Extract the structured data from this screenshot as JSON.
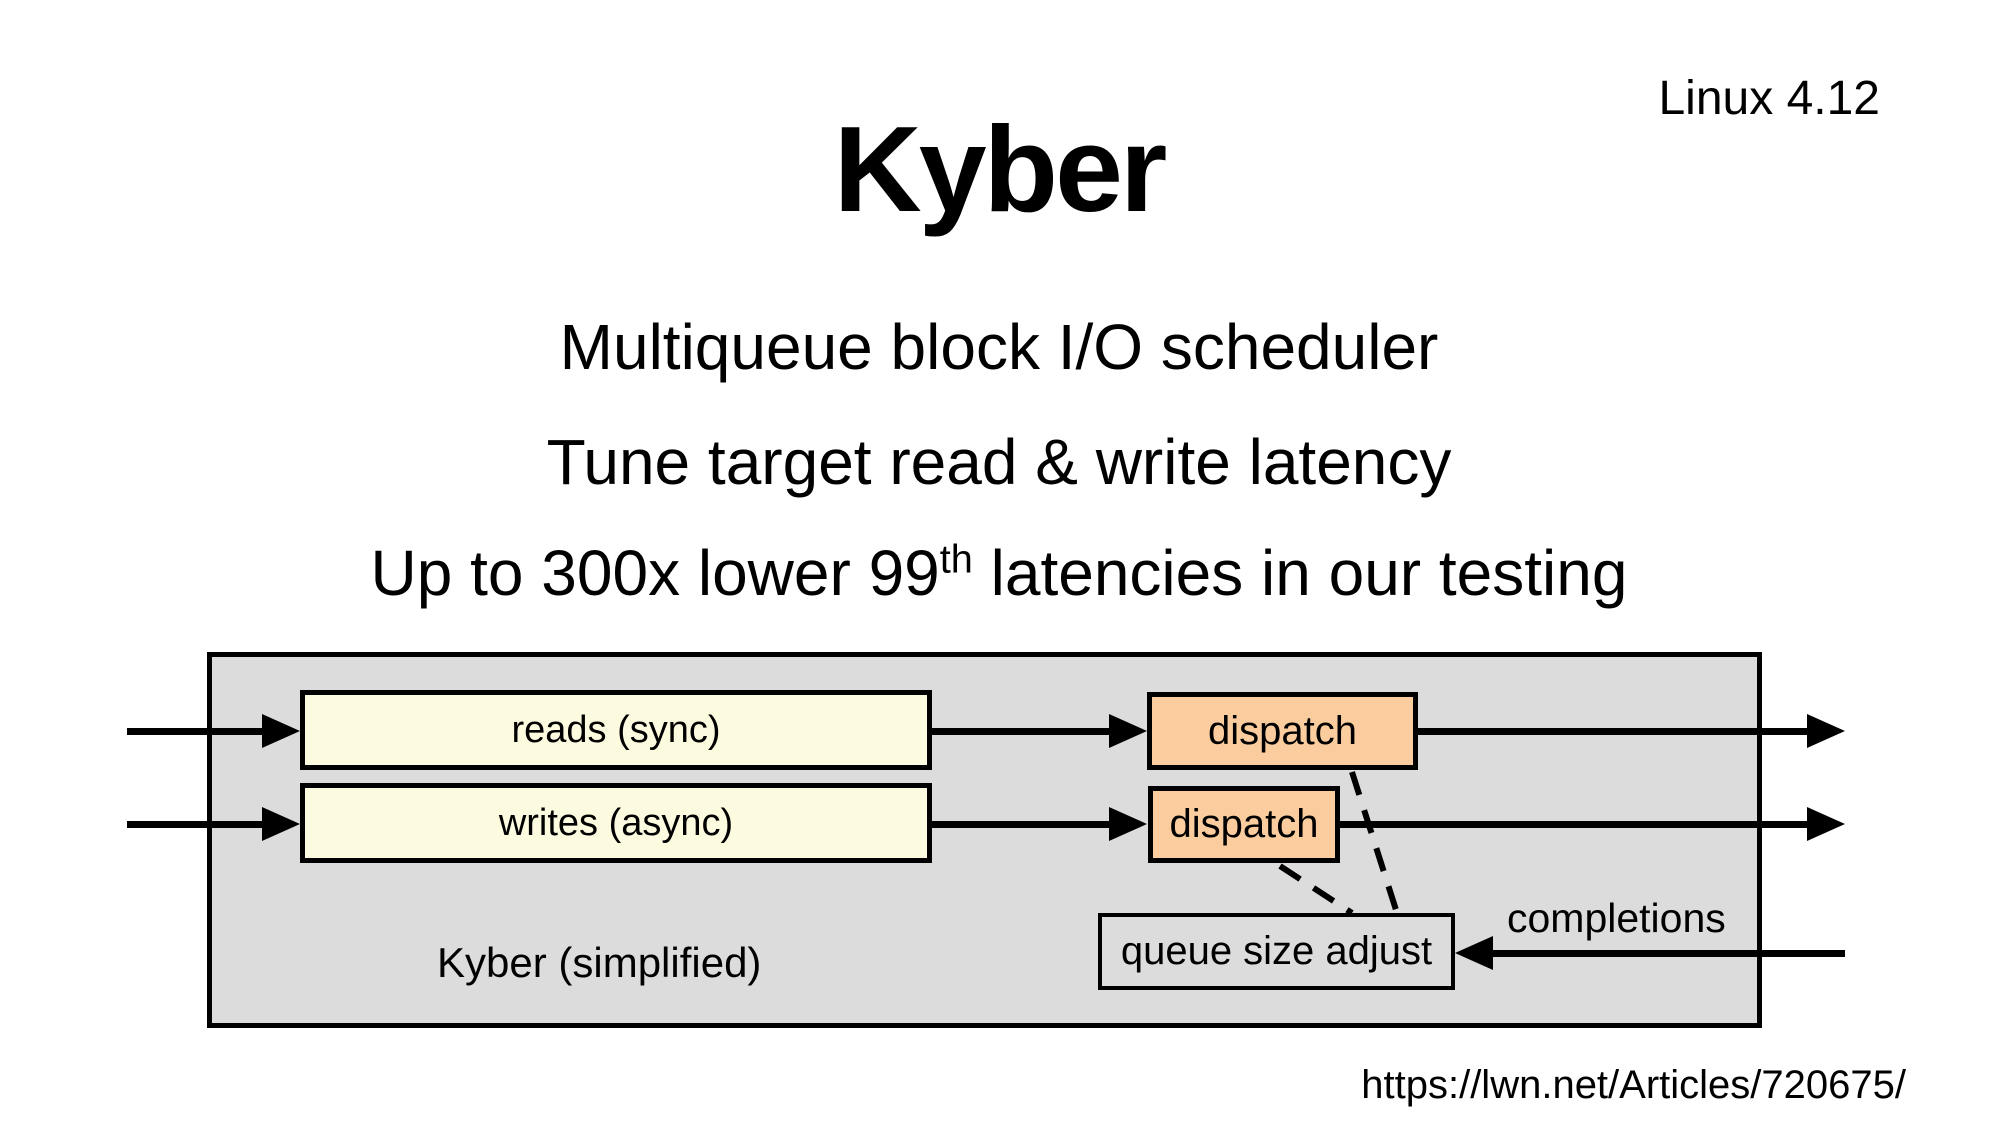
{
  "slide": {
    "corner_note": "Linux 4.12",
    "title": "Kyber",
    "subtitle1": "Multiqueue block I/O scheduler",
    "subtitle2": "Tune target read & write latency",
    "subtitle3_prefix": "Up to 300x lower 99",
    "subtitle3_superscript": "th",
    "subtitle3_suffix": " latencies in our testing",
    "source_url": "https://lwn.net/Articles/720675/"
  },
  "diagram": {
    "caption": "Kyber (simplified)",
    "reads_queue_label": "reads (sync)",
    "writes_queue_label": "writes (async)",
    "dispatch_read_label": "dispatch",
    "dispatch_write_label": "dispatch",
    "queue_size_adjust_label": "queue size adjust",
    "completions_label": "completions",
    "colors": {
      "container_fill": "#dcdcdc",
      "queue_fill": "#fdfbdf",
      "dispatch_fill": "#fbcd9e",
      "line": "#000000"
    }
  }
}
